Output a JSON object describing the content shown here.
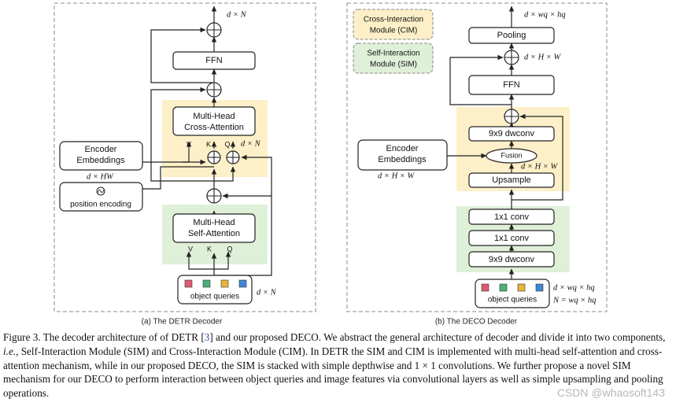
{
  "panel_a": {
    "subtitle": "(a) The DETR Decoder",
    "ffn": "FFN",
    "cross_attention": [
      "Multi-Head",
      "Cross-Attention"
    ],
    "self_attention": [
      "Multi-Head",
      "Self-Attention"
    ],
    "encoder_embeddings": [
      "Encoder",
      "Embeddings"
    ],
    "position_encoding": "position encoding",
    "object_queries": "object queries",
    "v": "V",
    "k": "K",
    "q": "Q",
    "dim_out": "d × N",
    "dim_cross": "d × N",
    "dim_hw": "d × HW",
    "dim_queries": "d × N"
  },
  "panel_b": {
    "subtitle": "(b) The DECO Decoder",
    "legend_cim": [
      "Cross-Interaction",
      "Module (CIM)"
    ],
    "legend_sim": [
      "Self-Interaction",
      "Module (SIM)"
    ],
    "pooling": "Pooling",
    "ffn": "FFN",
    "dwconv_top": "9x9 dwconv",
    "fusion": "Fusion",
    "upsample": "Upsample",
    "conv1": "1x1 conv",
    "conv2": "1x1 conv",
    "dwconv_bottom": "9x9 dwconv",
    "encoder_embeddings": [
      "Encoder",
      "Embeddings"
    ],
    "object_queries": "object queries",
    "dim_out": "d × wq × hq",
    "dim_ffn": "d × H × W",
    "dim_fusion": "d × H × W",
    "dim_encoder": "d × H × W",
    "dim_queries": "d × wq × hq",
    "n_eq": "N = wq × hq"
  },
  "colors": {
    "cim_fill": "#fdf0c8",
    "sim_fill": "#dff0d8",
    "query_red": "#e05a70",
    "query_green": "#4caf7a",
    "query_yellow": "#e8b43c",
    "query_blue": "#3f86d8"
  },
  "caption": {
    "part1": "Figure 3. The decoder architecture of of DETR [",
    "ref": "3",
    "part2": "] and our proposed DECO. We abstract the general architecture of decoder and divide it into two components, ",
    "ie": "i.e.",
    "part3": ", Self-Interaction Module (SIM) and Cross-Interaction Module (CIM). In DETR the SIM and CIM is implemented with multi-head self-attention and cross-attention mechanism, while in our proposed DECO, the SIM is stacked with simple depthwise and 1 × 1 convolutions. We further propose a novel SIM mechanism for our DECO to perform interaction between object queries and image features via convolutional layers as well as simple upsampling and pooling operations."
  },
  "watermark": "CSDN @whaosoft143"
}
